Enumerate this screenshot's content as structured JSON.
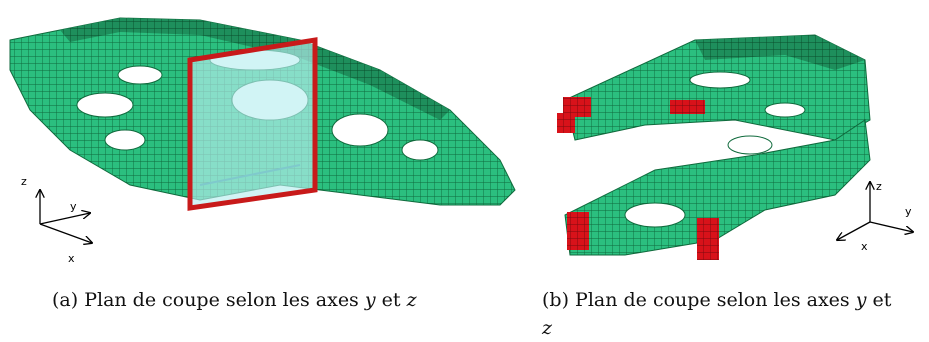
{
  "figure": {
    "panel_a": {
      "axis_labels": {
        "z": "z",
        "y": "y",
        "x": "x"
      },
      "caption": {
        "tag": "(a)",
        "text": "Plan de coupe selon les axes ",
        "var1": "y",
        "conj": " et ",
        "var2": "z"
      }
    },
    "panel_b": {
      "axis_labels": {
        "z": "z",
        "y": "y",
        "x": "x"
      },
      "caption": {
        "tag": "(b)",
        "text": "Plan de coupe selon les axes ",
        "var1": "y",
        "conj": " et",
        "var2": "z"
      }
    },
    "colors": {
      "mesh_fill": "#2bbf7f",
      "mesh_dark": "#0f6a3c",
      "cut_plane_edge": "#c81a1a",
      "cut_plane_fill": "#b8eef0",
      "highlight_cells": "#d8121a"
    }
  }
}
